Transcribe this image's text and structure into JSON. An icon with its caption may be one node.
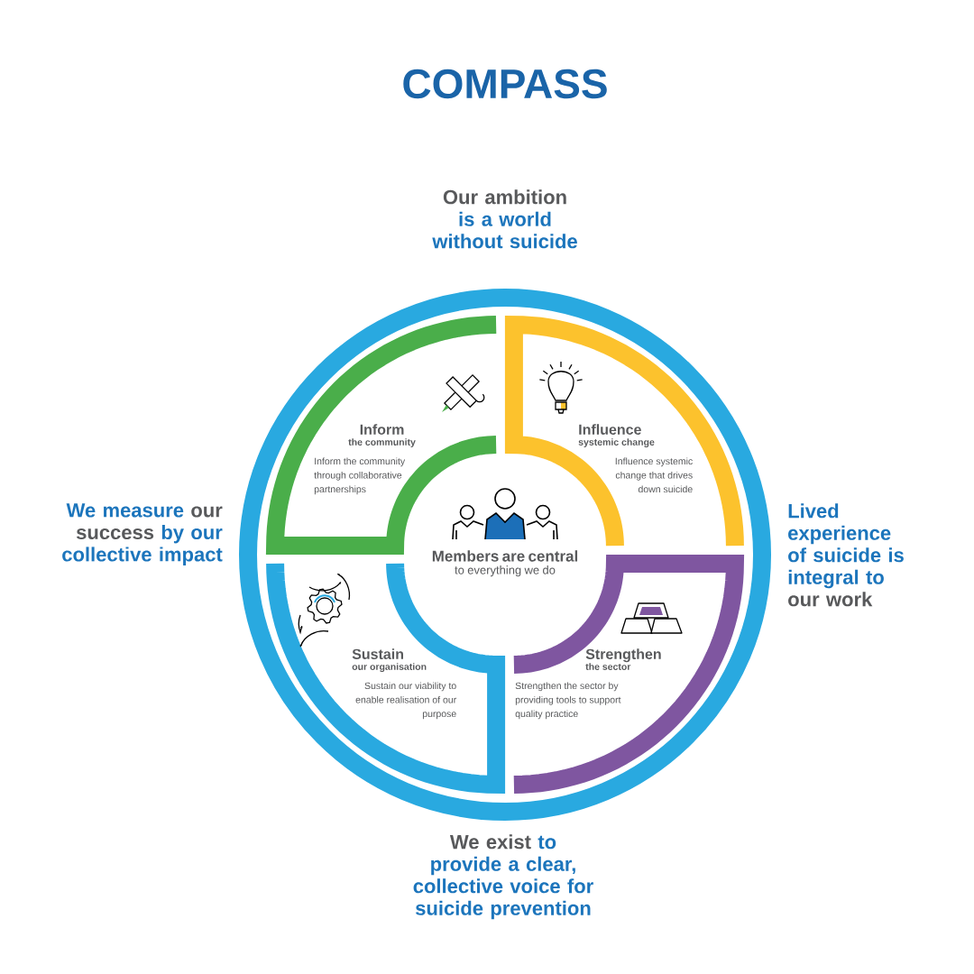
{
  "diagram": {
    "title": "COMPASS",
    "nodes": [
      {
        "text": [
          "Inform",
          "the community",
          "Inform the community through collaborative partnerships"
        ]
      },
      {
        "text": [
          "Influence",
          "systemic change",
          "Influence systemic change that drives down suicide"
        ]
      },
      {
        "text": [
          "Members are central",
          "to everything we do"
        ]
      },
      {
        "text": [
          "Sustain",
          "our organisation",
          "Sustain our viability to enable realisation of our purpose"
        ]
      },
      {
        "text": [
          "Strengthen",
          "the sector",
          "Strengthen the sector by providing tools to support quality practice"
        ]
      }
    ],
    "labels": [
      "Our ambition",
      "is a world without suicide",
      "We measure",
      "our success",
      "by our collective impact",
      "Lived experience of suicide is integral to",
      "our work",
      "We exist",
      "to provide a clear, collective voice for suicide prevention"
    ]
  }
}
